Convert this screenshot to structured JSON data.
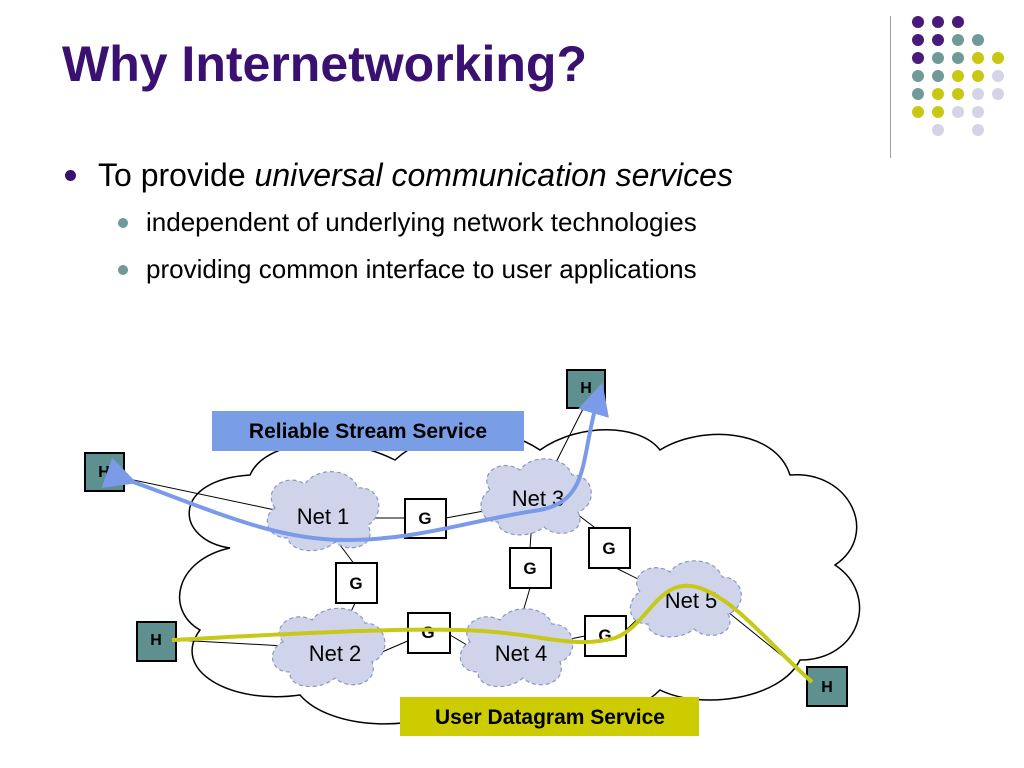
{
  "slide": {
    "title": "Why Internetworking?",
    "bullet_prefix": "To provide ",
    "bullet_emphasis": "universal communication services",
    "sub_bullets": [
      "independent of underlying network technologies",
      "providing common interface to user applications"
    ]
  },
  "decoration": {
    "dot_colors": {
      "purple": "#4a1a7a",
      "teal": "#6f9a98",
      "yellow": "#c8c812",
      "lavender": "#d4d4e6"
    },
    "accent_color": "#3a1170"
  },
  "diagram": {
    "networks": [
      "Net 1",
      "Net 2",
      "Net 3",
      "Net 4",
      "Net 5"
    ],
    "gateway_label": "G",
    "host_label": "H",
    "reliable_label": "Reliable Stream Service",
    "datagram_label": "User Datagram Service",
    "colors": {
      "host_fill": "#5f9090",
      "reliable_fill": "#7a9ee6",
      "reliable_path": "#7b9ae8",
      "datagram_fill": "#cccc00",
      "datagram_path": "#c8c818",
      "net_fill": "#d0d4ea",
      "net_stroke": "#8a96c8"
    }
  }
}
